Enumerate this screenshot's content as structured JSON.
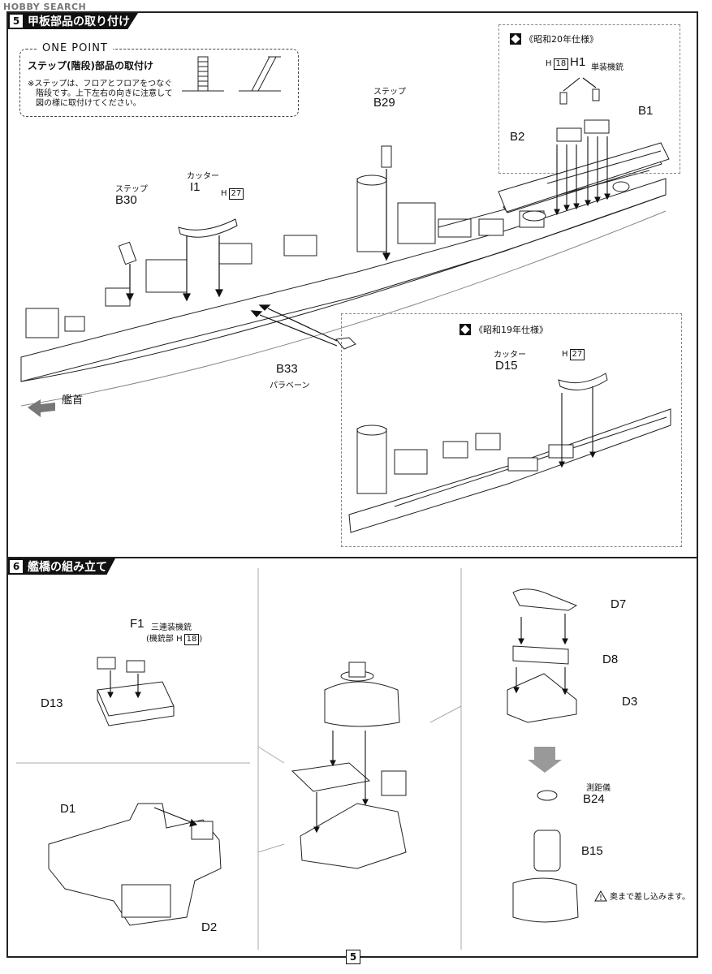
{
  "watermark": "HOBBY SEARCH",
  "step5": {
    "number": "5",
    "title": "甲板部品の取り付け",
    "one_point": {
      "heading": "ONE POINT",
      "subtitle": "ステップ(階段)部品の取付け",
      "note_line1": "※ステップは、フロアとフロアをつなぐ",
      "note_line2": "階段です。上下左右の向きに注意して",
      "note_line3": "図の様に取付けてください。"
    },
    "parts": {
      "b29_caption": "ステップ",
      "b29": "B29",
      "b30_caption": "ステップ",
      "b30": "B30",
      "i1_caption": "カッター",
      "i1": "I1",
      "i1_ref_prefix": "H",
      "i1_ref": "27",
      "b33": "B33",
      "b33_caption": "パラベーン",
      "bow": "艦首"
    },
    "inset_s20": {
      "title": "《昭和20年仕様》",
      "h1_ref_prefix": "H",
      "h1_ref": "18",
      "h1": "H1",
      "h1_caption": "単装機銃",
      "b1": "B1",
      "b2": "B2"
    },
    "inset_s19": {
      "title": "《昭和19年仕様》",
      "d15_caption": "カッター",
      "d15": "D15",
      "d15_ref_prefix": "H",
      "d15_ref": "27"
    }
  },
  "step6": {
    "number": "6",
    "title": "艦橋の組み立て",
    "f1": "F1",
    "f1_caption": "三連装機銃",
    "f1_sub_prefix": "(機銃部 H",
    "f1_sub_ref": "18",
    "f1_sub_suffix": ")",
    "d13": "D13",
    "d1": "D1",
    "d2": "D2",
    "d7": "D7",
    "d8": "D8",
    "d3": "D3",
    "b24_caption": "測距儀",
    "b24": "B24",
    "b15": "B15",
    "warning": "奥まで差し込みます。"
  },
  "page_number": "5"
}
